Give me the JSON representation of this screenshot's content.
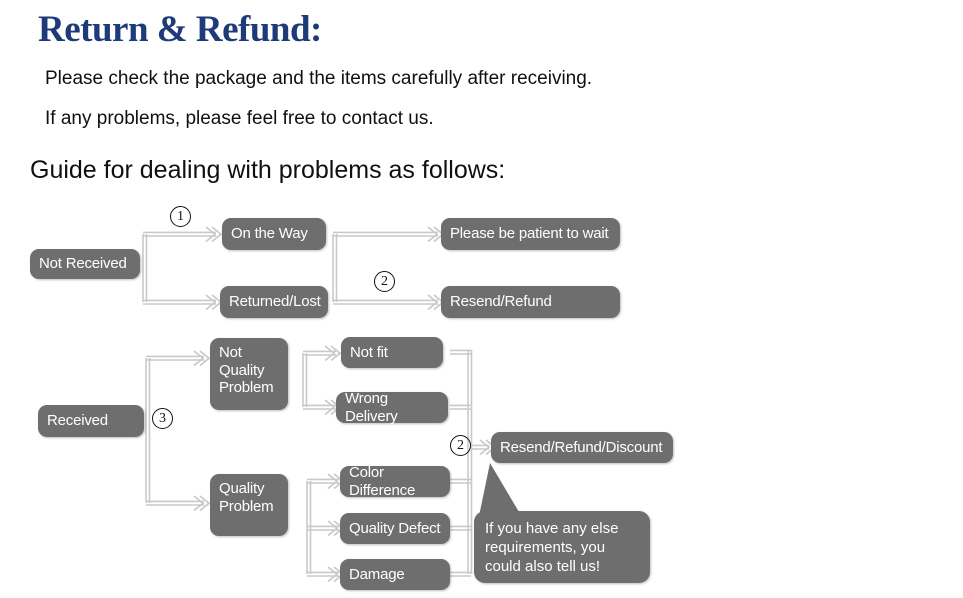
{
  "header": {
    "title": "Return & Refund:",
    "title_color": "#1e3a78",
    "line1": "Please check the package and the items carefully after receiving.",
    "line2": "If any problems, please feel free to contact us.",
    "guide_label": "Guide for dealing with problems as follows:"
  },
  "theme": {
    "node_fill": "#6e6e6e",
    "node_text": "#ffffff",
    "connector": "#c9c9c9",
    "page_background": "#ffffff"
  },
  "flow": {
    "nodes": [
      {
        "id": "not-received",
        "label": "Not Received"
      },
      {
        "id": "on-the-way",
        "label": "On the Way"
      },
      {
        "id": "returned-lost",
        "label": "Returned/Lost"
      },
      {
        "id": "please-be-patient",
        "label": "Please be patient to wait"
      },
      {
        "id": "resend-refund",
        "label": "Resend/Refund"
      },
      {
        "id": "received",
        "label": "Received"
      },
      {
        "id": "not-quality-problem",
        "label": "Not\nQuality\nProblem"
      },
      {
        "id": "quality-problem",
        "label": "Quality\nProblem"
      },
      {
        "id": "not-fit",
        "label": "Not fit"
      },
      {
        "id": "wrong-delivery",
        "label": "Wrong Delivery"
      },
      {
        "id": "color-difference",
        "label": "Color Difference"
      },
      {
        "id": "quality-defect",
        "label": "Quality Defect"
      },
      {
        "id": "damage",
        "label": "Damage"
      },
      {
        "id": "resend-refund-discount",
        "label": "Resend/Refund/Discount"
      }
    ],
    "step_numbers": [
      {
        "id": "step-1",
        "label": "①",
        "glyph": "1"
      },
      {
        "id": "step-2",
        "label": "②",
        "glyph": "2"
      },
      {
        "id": "step-3",
        "label": "③",
        "glyph": "3"
      },
      {
        "id": "step-2b",
        "label": "②",
        "glyph": "2"
      }
    ],
    "callout": {
      "id": "extra-requirements-callout",
      "text": "If you have any else requirements, you could also tell us!"
    }
  }
}
